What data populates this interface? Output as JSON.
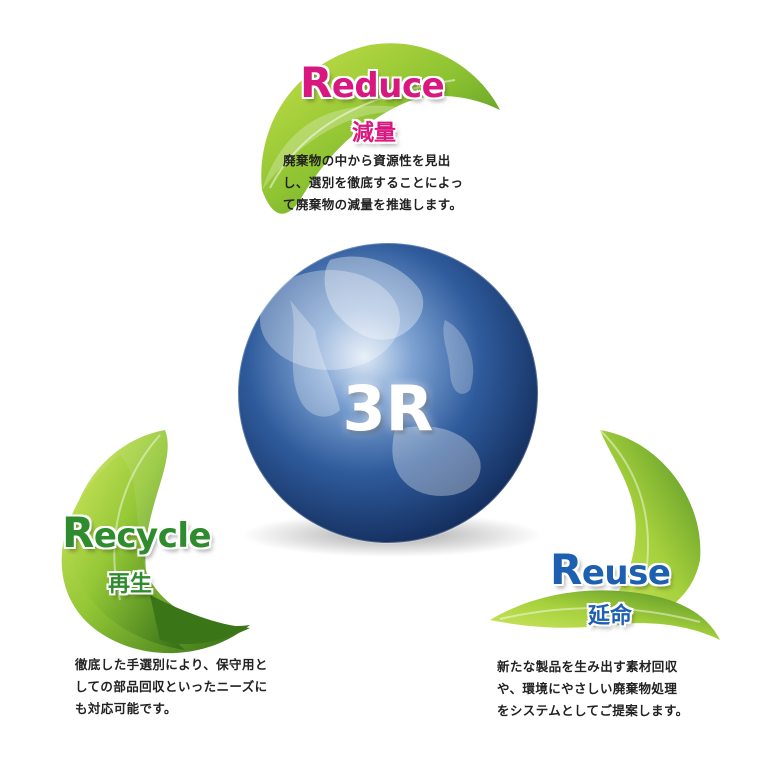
{
  "center": {
    "label": "3R"
  },
  "reduce": {
    "initial": "R",
    "rest": "educe",
    "kanji": "減量",
    "lines": [
      "廃棄物の中から資源性を見出",
      "し、選別を徹底することによっ",
      "て廃棄物の減量を推進します。"
    ]
  },
  "recycle": {
    "initial": "R",
    "rest": "ecycle",
    "kanji": "再生",
    "lines": [
      "徹底した手選別により、保守用と",
      "しての部品回収といったニーズに",
      "も対応可能です。"
    ]
  },
  "reuse": {
    "initial": "R",
    "rest": "euse",
    "kanji": "延命",
    "lines": [
      "新たな製品を生み出す素材回収",
      "や、環境にやさしい廃棄物処理",
      "をシステムとしてご提案します。"
    ]
  },
  "colors": {
    "reduce": "#d9187f",
    "recycle": "#2e8b2e",
    "reuse": "#1d5fb0",
    "leaf_light": "#b6d83a",
    "leaf_dark": "#3d7a1c",
    "globe": "#2c5a9c"
  }
}
